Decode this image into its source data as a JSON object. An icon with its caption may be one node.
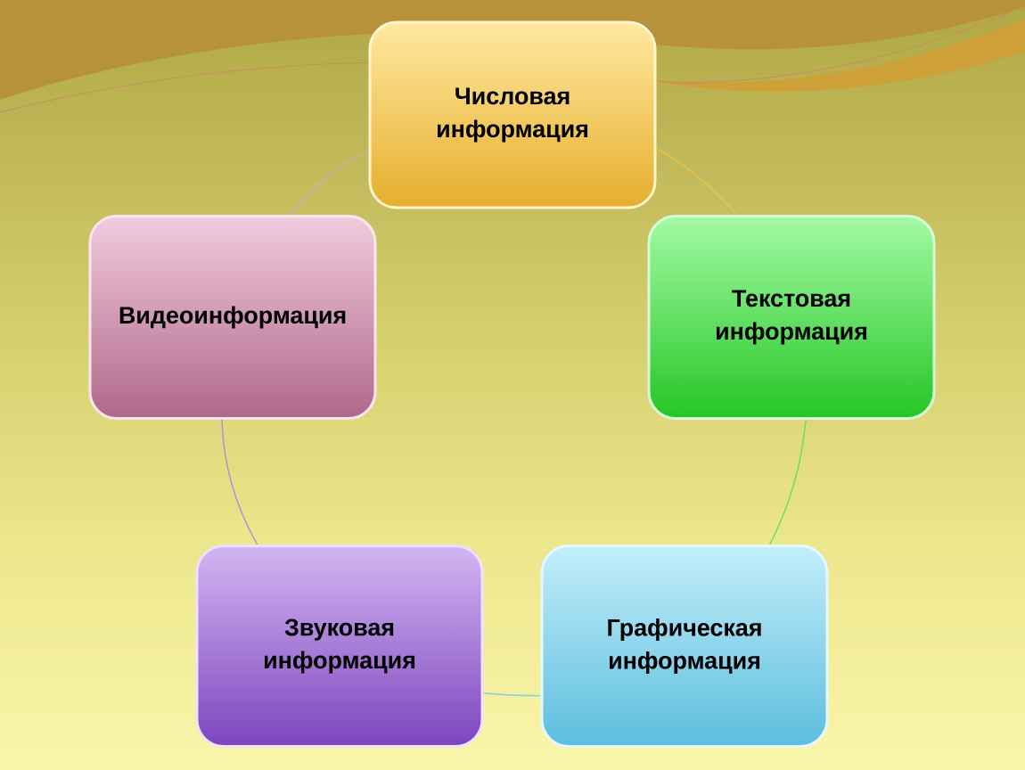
{
  "diagram": {
    "nodes": [
      {
        "text": [
          "Числовая информация"
        ]
      },
      {
        "text": [
          "Текстовая информация"
        ]
      },
      {
        "text": [
          "Графическая информация"
        ]
      },
      {
        "text": [
          "Звуковая информация"
        ]
      },
      {
        "text": [
          "Видеоинформация"
        ]
      }
    ],
    "edges": [
      {
        "from": 0,
        "to": 1,
        "arrow": "none",
        "color": "#f0c040"
      },
      {
        "from": 1,
        "to": 2,
        "arrow": "none",
        "color": "#60e060"
      },
      {
        "from": 2,
        "to": 3,
        "arrow": "none",
        "color": "#80d0e0"
      },
      {
        "from": 3,
        "to": 4,
        "arrow": "none",
        "color": "#a890e0"
      },
      {
        "from": 4,
        "to": 0,
        "arrow": "none",
        "color": "#d8a8b0"
      }
    ]
  }
}
